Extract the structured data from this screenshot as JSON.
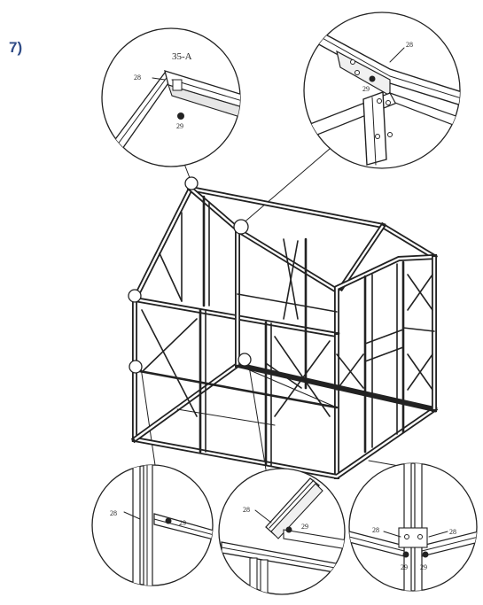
{
  "step": {
    "label": "7)"
  },
  "callouts": {
    "top_left": {
      "part": "35-A",
      "screw": "28",
      "nut": "29"
    },
    "top_right": {
      "screw": "28",
      "nut": "29"
    },
    "bottom_left": {
      "screw": "28",
      "nut": "29"
    },
    "bottom_center": {
      "screw": "28",
      "nut": "29"
    },
    "bottom_right": {
      "screw_left": "28",
      "screw_right": "28",
      "nut_left": "29",
      "nut_right": "29"
    }
  }
}
